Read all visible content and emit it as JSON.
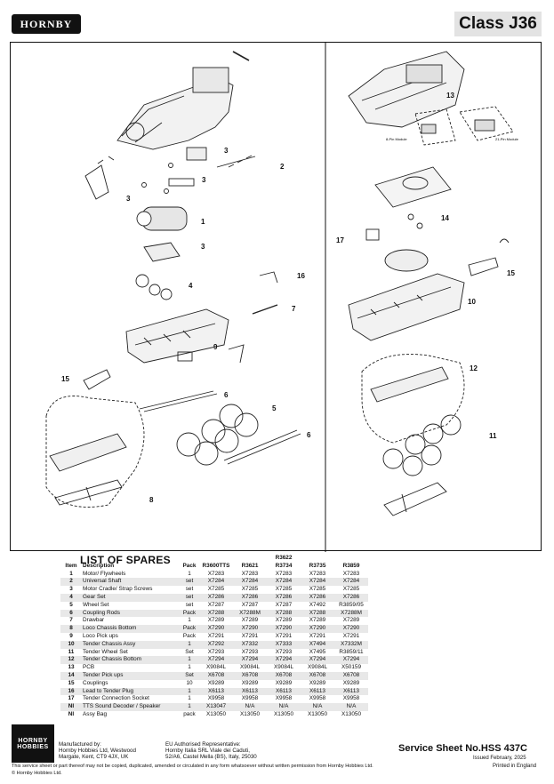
{
  "header": {
    "brand": "HORNBY",
    "title": "Class J36"
  },
  "callouts": [
    "3",
    "2",
    "3",
    "3",
    "1",
    "3",
    "16",
    "4",
    "7",
    "9",
    "15",
    "6",
    "5",
    "6",
    "8",
    "13",
    "14",
    "17",
    "15",
    "10",
    "12",
    "11"
  ],
  "module_labels": {
    "left": "8-Pin Module",
    "right": "21-Pin Module"
  },
  "spares": {
    "title": "LIST OF SPARES",
    "headers": {
      "item": "Item",
      "description": "Description",
      "pack": "Pack",
      "c1": "R3600TTS",
      "c2": "R3621",
      "c3_top": "R3622",
      "c3": "R3734",
      "c4": "R3735",
      "c5": "R3859"
    },
    "rows": [
      {
        "item": "1",
        "desc": "Motor/ Flywheels",
        "pack": "1",
        "c1": "X7283",
        "c2": "X7283",
        "c3": "X7283",
        "c4": "X7283",
        "c5": "X7283"
      },
      {
        "item": "2",
        "desc": "Universal Shaft",
        "pack": "set",
        "c1": "X7284",
        "c2": "X7284",
        "c3": "X7284",
        "c4": "X7284",
        "c5": "X7284"
      },
      {
        "item": "3",
        "desc": "Motor Cradle/ Strap Screws",
        "pack": "set",
        "c1": "X7285",
        "c2": "X7285",
        "c3": "X7285",
        "c4": "X7285",
        "c5": "X7285"
      },
      {
        "item": "4",
        "desc": "Gear Set",
        "pack": "set",
        "c1": "X7286",
        "c2": "X7286",
        "c3": "X7286",
        "c4": "X7286",
        "c5": "X7286"
      },
      {
        "item": "5",
        "desc": "Wheel Set",
        "pack": "set",
        "c1": "X7287",
        "c2": "X7287",
        "c3": "X7287",
        "c4": "X7492",
        "c5": "R3859/05"
      },
      {
        "item": "6",
        "desc": "Coupling Rods",
        "pack": "Pack",
        "c1": "X7288",
        "c2": "X7288M",
        "c3": "X7288",
        "c4": "X7288",
        "c5": "X7288M"
      },
      {
        "item": "7",
        "desc": "Drawbar",
        "pack": "1",
        "c1": "X7289",
        "c2": "X7289",
        "c3": "X7289",
        "c4": "X7289",
        "c5": "X7289"
      },
      {
        "item": "8",
        "desc": "Loco Chassis Bottom",
        "pack": "Pack",
        "c1": "X7290",
        "c2": "X7290",
        "c3": "X7290",
        "c4": "X7290",
        "c5": "X7290"
      },
      {
        "item": "9",
        "desc": "Loco Pick ups",
        "pack": "Pack",
        "c1": "X7291",
        "c2": "X7291",
        "c3": "X7291",
        "c4": "X7291",
        "c5": "X7291"
      },
      {
        "item": "10",
        "desc": "Tender Chassis Assy",
        "pack": "1",
        "c1": "X7292",
        "c2": "X7332",
        "c3": "X7333",
        "c4": "X7494",
        "c5": "X7332M"
      },
      {
        "item": "11",
        "desc": "Tender Wheel Set",
        "pack": "Set",
        "c1": "X7293",
        "c2": "X7293",
        "c3": "X7293",
        "c4": "X7495",
        "c5": "R3859/11"
      },
      {
        "item": "12",
        "desc": "Tender Chassis Bottom",
        "pack": "1",
        "c1": "X7294",
        "c2": "X7294",
        "c3": "X7294",
        "c4": "X7294",
        "c5": "X7294"
      },
      {
        "item": "13",
        "desc": "PCB",
        "pack": "1",
        "c1": "X9084L",
        "c2": "X9084L",
        "c3": "X9084L",
        "c4": "X9084L",
        "c5": "X50159"
      },
      {
        "item": "14",
        "desc": "Tender Pick ups",
        "pack": "Set",
        "c1": "X6708",
        "c2": "X6708",
        "c3": "X6708",
        "c4": "X6708",
        "c5": "X6708"
      },
      {
        "item": "15",
        "desc": "Couplings",
        "pack": "10",
        "c1": "X9289",
        "c2": "X9289",
        "c3": "X9289",
        "c4": "X9289",
        "c5": "X9289"
      },
      {
        "item": "16",
        "desc": "Lead to Tender Plug",
        "pack": "1",
        "c1": "X6113",
        "c2": "X6113",
        "c3": "X6113",
        "c4": "X6113",
        "c5": "X6113"
      },
      {
        "item": "17",
        "desc": "Tender Connection Socket",
        "pack": "1",
        "c1": "X9958",
        "c2": "X9958",
        "c3": "X9958",
        "c4": "X9958",
        "c5": "X9958"
      },
      {
        "item": "NI",
        "desc": "TTS Sound Decoder / Speaker",
        "pack": "1",
        "c1": "X13047",
        "c2": "N/A",
        "c3": "N/A",
        "c4": "N/A",
        "c5": "N/A"
      },
      {
        "item": "NI",
        "desc": "Assy Bag",
        "pack": "pack",
        "c1": "X13050",
        "c2": "X13050",
        "c3": "X13050",
        "c4": "X13050",
        "c5": "X13050"
      }
    ]
  },
  "footer": {
    "logo_top": "HORNBY",
    "logo_bottom": "HOBBIES",
    "manufacturer_lines": [
      "Manufactured by:",
      "Hornby Hobbies Ltd, Westwood",
      "Margate, Kent, CT9 4JX, UK"
    ],
    "eu_lines": [
      "EU Authorised Representative:",
      "Hornby Italia SRL Viale dei Caduti,",
      "52/A6, Castel Mella (BS), Italy, 25030"
    ],
    "sheet_number": "Service Sheet No.HSS 437C",
    "issued": "Issued February, 2025",
    "printed": "Printed in England",
    "notice": "This service sheet or part thereof may not be copied, duplicated, amended or circulated in any form whatsoever without written permission from Hornby Hobbies Ltd.",
    "copyright": "© Hornby Hobbies Ltd."
  }
}
